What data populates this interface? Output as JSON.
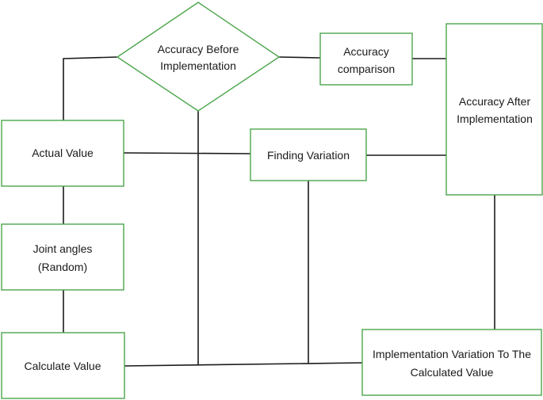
{
  "colors": {
    "box_border": "#4ca64c",
    "connector": "#1a1a1a",
    "text": "#1a1a1a",
    "background": "#ffffff"
  },
  "nodes": {
    "accuracy_before": {
      "line1": "Accuracy Before",
      "line2": "Implementation"
    },
    "accuracy_comparison": {
      "line1": "Accuracy",
      "line2": "comparison"
    },
    "accuracy_after": {
      "line1": "Accuracy After",
      "line2": "Implementation"
    },
    "actual_value": {
      "label": "Actual Value"
    },
    "finding_variation": {
      "label": "Finding Variation"
    },
    "joint_angles": {
      "line1": "Joint angles",
      "line2": "(Random)"
    },
    "calculate_value": {
      "label": "Calculate Value"
    },
    "implementation_variation": {
      "line1": "Implementation Variation To The",
      "line2": "Calculated Value"
    }
  }
}
